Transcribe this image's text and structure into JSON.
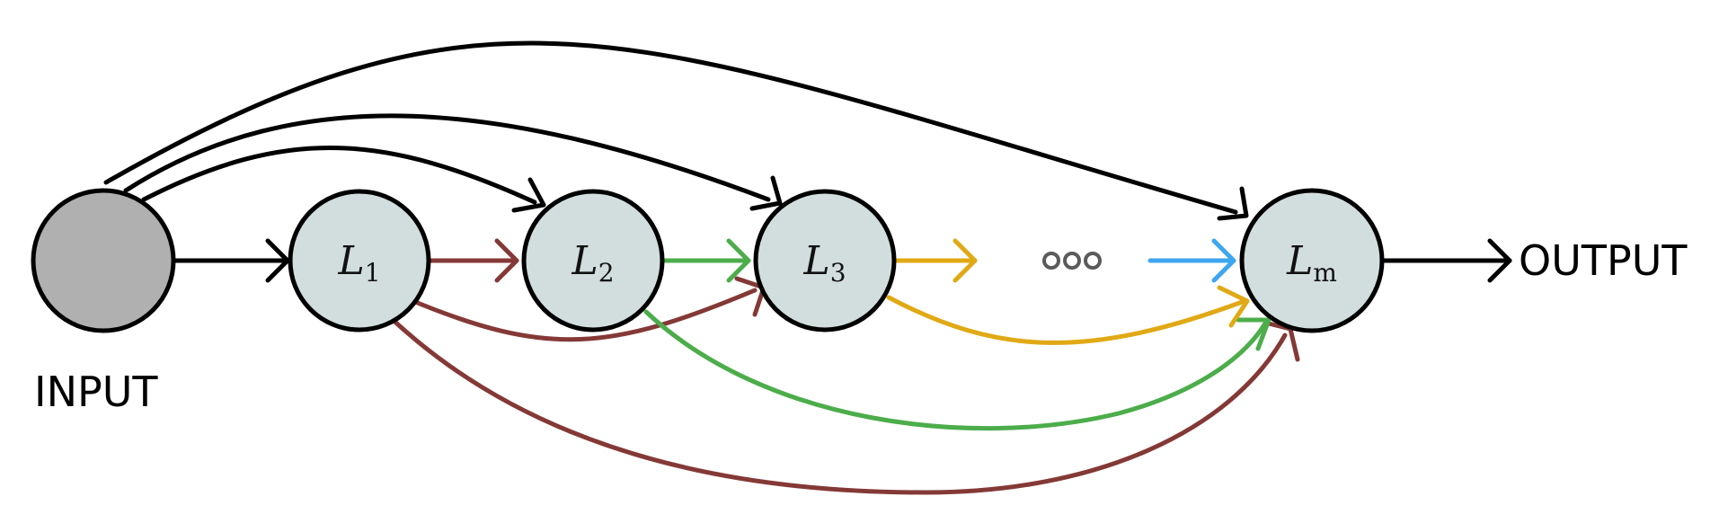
{
  "labels": {
    "input": "INPUT",
    "output": "OUTPUT"
  },
  "nodes": [
    {
      "id": "L1",
      "letter": "L",
      "subscript": "1"
    },
    {
      "id": "L2",
      "letter": "L",
      "subscript": "2"
    },
    {
      "id": "L3",
      "letter": "L",
      "subscript": "3"
    },
    {
      "id": "Lm",
      "letter": "L",
      "subscript": "m"
    }
  ],
  "colors": {
    "input_node_fill": "#b0b0b0",
    "layer_node_fill": "#d1dedd",
    "input_edges": "#000000",
    "from_L1": "#843936",
    "from_L2": "#4cad4a",
    "from_L3": "#e0a915",
    "into_Lm": "#3ea6ee"
  },
  "ellipsis": "three-dots"
}
